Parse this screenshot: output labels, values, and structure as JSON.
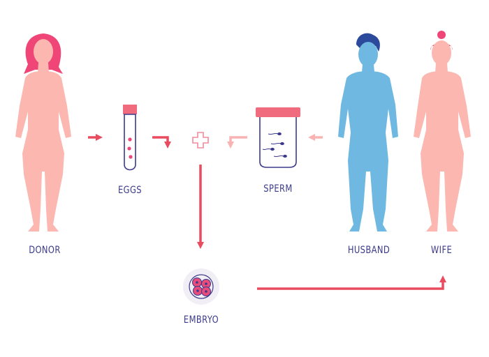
{
  "labels": {
    "donor": "DONOR",
    "eggs": "EGGS",
    "sperm": "SPERM",
    "husband": "HUSBAND",
    "wife": "WIFE",
    "embryo": "EMBRYO"
  },
  "colors": {
    "skin_female": "#fbb7b0",
    "hair_female": "#ef4677",
    "skin_male": "#6fb8e1",
    "hair_male": "#2c4a9c",
    "arrow_strong": "#e94c5f",
    "arrow_light": "#f9b3b3",
    "text": "#3b3a8c"
  },
  "icons": [
    "test-tube-icon",
    "plus-icon",
    "sperm-container-icon",
    "embryo-icon"
  ]
}
